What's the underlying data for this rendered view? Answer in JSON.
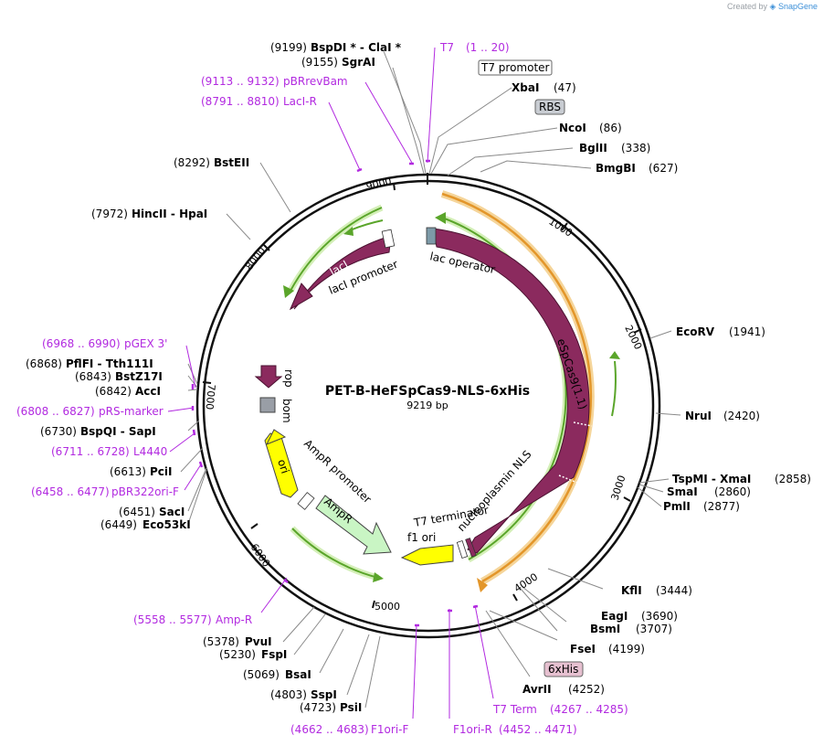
{
  "app": {
    "created_by": "Created by",
    "brand": "SnapGene"
  },
  "map": {
    "name": "PET-B-HeFSpCas9-NLS-6xHis",
    "length_label": "9219 bp",
    "total_bp": 9219
  },
  "ruler_ticks": [
    "1000",
    "2000",
    "3000",
    "4000",
    "5000",
    "6000",
    "7000",
    "8000",
    "9000"
  ],
  "sites": [
    {
      "label": "BspDI *  -  ClaI *",
      "pos": "(9199)"
    },
    {
      "label": "SgrAI",
      "pos": "(9155)"
    },
    {
      "label": "XbaI",
      "pos": "(47)"
    },
    {
      "label": "NcoI",
      "pos": "(86)"
    },
    {
      "label": "BglII",
      "pos": "(338)"
    },
    {
      "label": "BmgBI",
      "pos": "(627)"
    },
    {
      "label": "BstEII",
      "pos": "(8292)"
    },
    {
      "label": "HincII  -  HpaI",
      "pos": "(7972)"
    },
    {
      "label": "EcoRV",
      "pos": "(1941)"
    },
    {
      "label": "NruI",
      "pos": "(2420)"
    },
    {
      "label": "TspMI  -  XmaI",
      "pos": "(2858)"
    },
    {
      "label": "SmaI",
      "pos": "(2860)"
    },
    {
      "label": "PmlI",
      "pos": "(2877)"
    },
    {
      "label": "PflFI  -  Tth111I",
      "pos": "(6868)"
    },
    {
      "label": "BstZ17I",
      "pos": "(6843)"
    },
    {
      "label": "AccI",
      "pos": "(6842)"
    },
    {
      "label": "BspQI  -  SapI",
      "pos": "(6730)"
    },
    {
      "label": "PciI",
      "pos": "(6613)"
    },
    {
      "label": "SacI",
      "pos": "(6451)"
    },
    {
      "label": "Eco53kI",
      "pos": "(6449)"
    },
    {
      "label": "KflI",
      "pos": "(3444)"
    },
    {
      "label": "EagI",
      "pos": "(3690)"
    },
    {
      "label": "BsmI",
      "pos": "(3707)"
    },
    {
      "label": "FseI",
      "pos": "(4199)"
    },
    {
      "label": "AvrII",
      "pos": "(4252)"
    },
    {
      "label": "PvuI",
      "pos": "(5378)"
    },
    {
      "label": "FspI",
      "pos": "(5230)"
    },
    {
      "label": "BsaI",
      "pos": "(5069)"
    },
    {
      "label": "SspI",
      "pos": "(4803)"
    },
    {
      "label": "PsiI",
      "pos": "(4723)"
    }
  ],
  "primers": [
    {
      "label": "T7",
      "range": "(1 .. 20)"
    },
    {
      "label": "pBRrevBam",
      "range": "(9113 .. 9132)"
    },
    {
      "label": "LacI-R",
      "range": "(8791 .. 8810)"
    },
    {
      "label": "pGEX 3'",
      "range": "(6968 .. 6990)"
    },
    {
      "label": "pRS-marker",
      "range": "(6808 .. 6827)"
    },
    {
      "label": "L4440",
      "range": "(6711 .. 6728)"
    },
    {
      "label": "pBR322ori-F",
      "range": "(6458 .. 6477)"
    },
    {
      "label": "Amp-R",
      "range": "(5558 .. 5577)"
    },
    {
      "label": "F1ori-F",
      "range": "(4662 .. 4683)"
    },
    {
      "label": "F1ori-R",
      "range": "(4452 .. 4471)"
    },
    {
      "label": "T7 Term",
      "range": "(4267 .. 4285)"
    }
  ],
  "boxed_features": {
    "t7_promoter": "T7 promoter",
    "rbs": "RBS",
    "his": "6xHis"
  },
  "features": {
    "laci": "lacI",
    "laci_promoter": "lacI promoter",
    "lac_operator": "lac operator",
    "cas9": "eSpCas9(1.1)",
    "nls": "nucleoplasmin NLS",
    "t7_terminator": "T7 terminator",
    "f1_ori": "f1 ori",
    "ampr": "AmpR",
    "ampr_promoter": "AmpR promoter",
    "ori": "ori",
    "rop": "rop",
    "bom": "bom"
  },
  "colors": {
    "cds": "#8b2a5e",
    "ori": "#ffff00",
    "ampr": "#c9f5c4",
    "green_strand": "#6fbf3a",
    "orange_strand": "#f0a632",
    "primer": "#b22ae0",
    "gray_box": "#999ea6"
  }
}
